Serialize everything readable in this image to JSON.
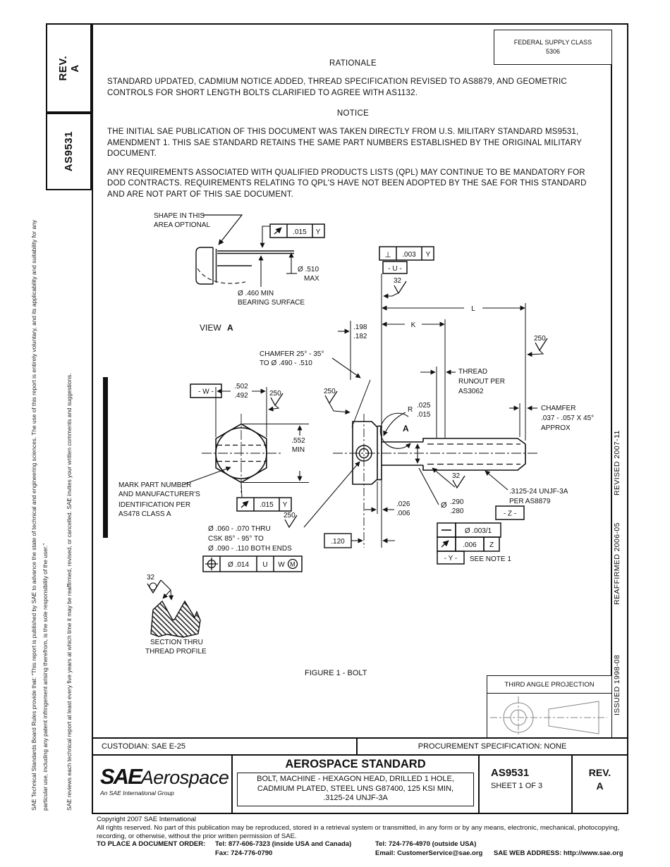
{
  "left_tabs": {
    "rev": "REV.\nA",
    "doc_number": "AS9531"
  },
  "fsc": {
    "label": "FEDERAL SUPPLY CLASS",
    "value": "5306"
  },
  "rationale": {
    "title": "RATIONALE",
    "body": "STANDARD UPDATED, CADMIUM NOTICE ADDED, THREAD SPECIFICATION REVISED TO AS8879, AND GEOMETRIC CONTROLS FOR SHORT LENGTH BOLTS CLARIFIED TO AGREE WITH AS1132."
  },
  "notice": {
    "title": "NOTICE",
    "para1": "THE INITIAL SAE PUBLICATION OF THIS DOCUMENT WAS TAKEN DIRECTLY FROM U.S. MILITARY STANDARD MS9531, AMENDMENT 1. THIS SAE STANDARD RETAINS THE SAME PART NUMBERS ESTABLISHED BY THE ORIGINAL MILITARY DOCUMENT.",
    "para2": "ANY REQUIREMENTS ASSOCIATED WITH QUALIFIED PRODUCTS LISTS (QPL) MAY CONTINUE TO BE MANDATORY FOR DOD CONTRACTS. REQUIREMENTS RELATING TO QPL'S HAVE NOT BEEN ADOPTED BY THE SAE FOR THIS STANDARD AND ARE NOT PART OF THIS SAE DOCUMENT."
  },
  "sidebar_left": {
    "para1": "SAE Technical Standards Board Rules provide that: “This report is published by SAE to advance the state of technical and engineering sciences. The use of this report is entirely voluntary, and its applicability and suitability for any particular use, including any patent infringement arising therefrom, is the sole responsibility of the user.”",
    "para2": "SAE reviews each technical report at least every five years at which time it may be reaffirmed, revised, or cancelled. SAE invites your written comments and suggestions."
  },
  "revision_strip": {
    "revised": "REVISED 2007-11",
    "reaffirmed": "REAFFIRMED 2006-05",
    "issued": "ISSUED 1998-08"
  },
  "drawing": {
    "shape_note_1": "SHAPE IN THIS",
    "shape_note_2": "AREA OPTIONAL",
    "dia_510": "Ø .510",
    "dia_510_max": "MAX",
    "dia_460": "Ø .460 MIN",
    "bearing_surface": "BEARING SURFACE",
    "view_label": "VIEW",
    "view_letter": "A",
    "fcf_view_tol": ".015",
    "fcf_view_datum": "Y",
    "fcf_perp_sym": "⊥",
    "fcf_perp_tol": ".003",
    "fcf_perp_datum": "Y",
    "datum_u": "- U -",
    "finish_32": "32",
    "finish_250": "250",
    "dim_L": "L",
    "dim_K": "K",
    "dim_198": ".198",
    "dim_182": ".182",
    "chamfer_head_1": "CHAMFER 25° - 35°",
    "chamfer_head_2": "TO Ø .490 - .510",
    "runout_1": "THREAD",
    "runout_2": "RUNOUT PER",
    "runout_3": "AS3062",
    "radius_r": "R",
    "radius_025": ".025",
    "radius_015": ".015",
    "detail_a": "A",
    "chamfer_end_1": "CHAMFER",
    "chamfer_end_2": ".037 - .057 X 45°",
    "chamfer_end_3": "APPROX",
    "datum_w": "- W -",
    "dim_502": ".502",
    "dim_492": ".492",
    "dim_552": ".552",
    "dim_552_min": "MIN",
    "mark_1": "MARK PART NUMBER",
    "mark_2": "AND MANUFACTURER'S",
    "mark_3": "IDENTIFICATION PER",
    "mark_4": "AS478 CLASS A",
    "fcf_head_tol": ".015",
    "fcf_head_datum": "Y",
    "dim_026": ".026",
    "dim_006": ".006",
    "dia_sym": "Ø",
    "dim_290": ".290",
    "dim_280": ".280",
    "thread_spec_1": ".3125-24 UNJF-3A",
    "thread_spec_2": "PER AS8879",
    "datum_z": "- Z -",
    "fcf_straight_tol": "Ø .003/1",
    "fcf_runout_tol": ".006",
    "fcf_runout_datum": "Z",
    "datum_y": "- Y -",
    "see_note": "SEE NOTE 1",
    "hole_1": "Ø .060 - .070 THRU",
    "hole_2": "CSK 85° - 95° TO",
    "hole_3": "Ø .090 - .110 BOTH ENDS",
    "fcf_pos_tol": "Ø .014",
    "fcf_pos_d1": "U",
    "fcf_pos_d2": "W",
    "fcf_pos_mod": "M",
    "dim_120": ".120",
    "section_1": "SECTION THRU",
    "section_2": "THREAD PROFILE",
    "figure_caption": "FIGURE 1 - BOLT"
  },
  "projection": {
    "title": "THIRD ANGLE PROJECTION"
  },
  "custodian_row": {
    "custodian": "CUSTODIAN: SAE E-25",
    "procurement": "PROCUREMENT SPECIFICATION: NONE"
  },
  "title_block": {
    "logo_sae": "SAE",
    "logo_aero": "Aerospace",
    "logo_sub": "An SAE International Group",
    "doc_type": "AEROSPACE STANDARD",
    "title_1": "BOLT, MACHINE - HEXAGON HEAD, DRILLED 1 HOLE,",
    "title_2": "CADMIUM PLATED, STEEL UNS G87400, 125 KSI MIN,",
    "title_3": ".3125-24 UNJF-3A",
    "doc_number": "AS9531",
    "sheet": "SHEET 1 OF 3",
    "rev_label": "REV.",
    "rev_value": "A"
  },
  "footer": {
    "copyright": "Copyright 2007 SAE International",
    "rights_1": "All rights reserved. No part of this publication may be reproduced, stored in a retrieval system or transmitted, in any form or by any means, electronic, mechanical, photocopying,",
    "rights_2": "recording, or otherwise, without the prior written permission of SAE.",
    "order_label": "TO PLACE A DOCUMENT ORDER:",
    "tel_inside": "Tel: 877-606-7323 (inside USA and Canada)",
    "tel_outside": "Tel: 724-776-4970 (outside USA)",
    "fax": "Fax: 724-776-0790",
    "email": "Email: CustomerService@sae.org",
    "web": "SAE WEB ADDRESS: http://www.sae.org"
  }
}
